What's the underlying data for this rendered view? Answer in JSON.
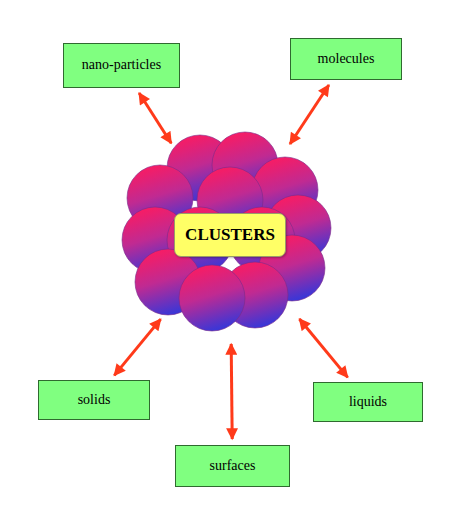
{
  "diagram": {
    "nodes": [
      {
        "text": [
          "nano-particles"
        ]
      },
      {
        "text": [
          "molecules"
        ]
      },
      {
        "text": [
          "CLUSTERS"
        ]
      },
      {
        "text": [
          "solids"
        ]
      },
      {
        "text": [
          "liquids"
        ]
      },
      {
        "text": [
          "surfaces"
        ]
      }
    ],
    "edges": [
      {
        "from": 2,
        "to": 0,
        "arrow": "both"
      },
      {
        "from": 2,
        "to": 1,
        "arrow": "both"
      },
      {
        "from": 2,
        "to": 3,
        "arrow": "both"
      },
      {
        "from": 2,
        "to": 4,
        "arrow": "both"
      },
      {
        "from": 2,
        "to": 5,
        "arrow": "both"
      }
    ]
  }
}
